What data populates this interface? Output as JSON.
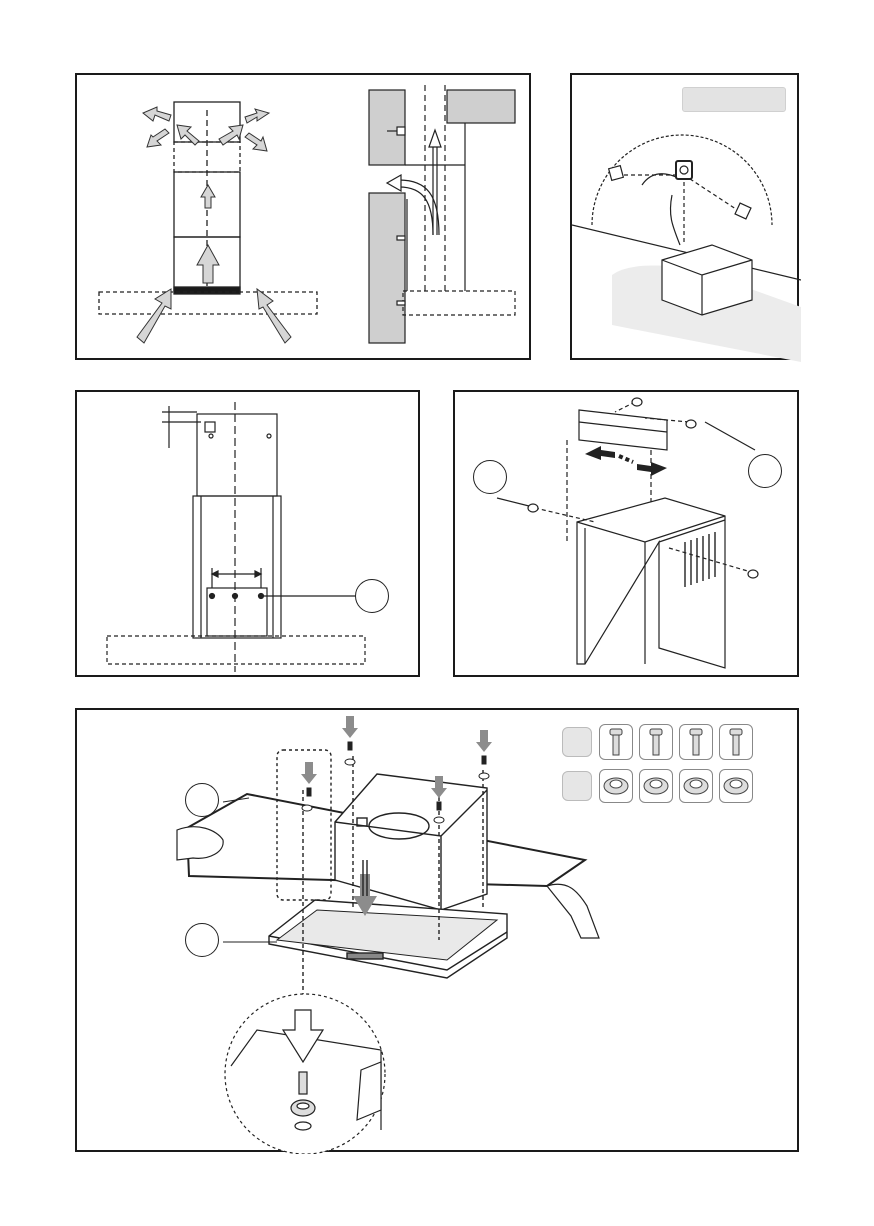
{
  "figures": [
    {
      "id": "airflow-diagram"
    },
    {
      "id": "wall-bracket-diagram"
    },
    {
      "id": "chimney-measure-diagram"
    },
    {
      "id": "bracket-assembly-diagram"
    },
    {
      "id": "hood-assembly-diagram"
    }
  ],
  "colors": {
    "frame": "#1a1a1a",
    "duct_fill": "#cfcfcf",
    "arrow_fill": "#bdbdbd",
    "arrow_fill_dark": "#8c8c8c"
  },
  "icons": [
    "screw-icon",
    "washer-icon",
    "hand-icon",
    "arrow-icon"
  ]
}
